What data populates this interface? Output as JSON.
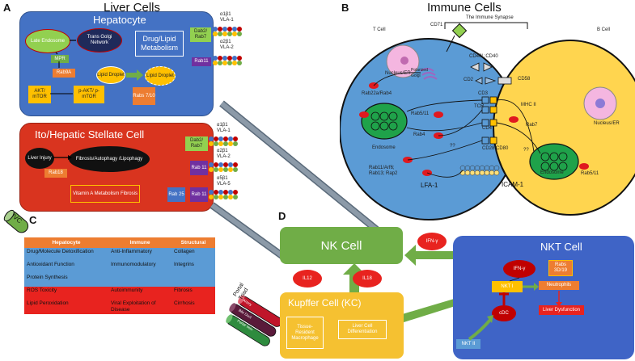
{
  "panels": {
    "a": "A",
    "b": "B",
    "c": "C",
    "d": "D"
  },
  "liver": {
    "title": "Liver Cells",
    "hepatocyte": {
      "title": "Hepatocyte",
      "late_endosome": "Late Endosome",
      "tgn": "Trans Golgi Network",
      "mpr": "MPR",
      "rab9a": "Rab9A",
      "akt": "AKT/ mTOR",
      "pakt": "p-AKT/ p-mTOR",
      "lipid_droplet_1": "Lipid Droplet",
      "lipid_droplet_2": "Lipid Droplet",
      "rabs": "Rabs 7/10",
      "drug_box": "Drug/Lipid Metabolism",
      "dab2": "Dab2/ Rab7",
      "rab11": "Rab11"
    },
    "integrins_hep": [
      "α1β1 VLA-1",
      "α2β1 VLA-2"
    ],
    "ito": {
      "title": "Ito/Hepatic Stellate Cell",
      "liver_injury": "Liver Injury",
      "fibrosis": "Fibrosis/Autophagy /Lipophagy",
      "rab18": "Rab18",
      "vitamin": "Vitamin A Metabolism Fibrosis",
      "dab2": "Dab2/ Rab7",
      "rab11a": "Rab 11",
      "rab25": "Rab 25",
      "rab11b": "Rab 11"
    },
    "integrins_ito": [
      "α1β1 VLA-1",
      "α2β1 VLA-2",
      "α5β1 VLA-5"
    ]
  },
  "immune": {
    "title": "Immune Cells",
    "synapse": "The Immune Synapse",
    "t_cell": "T Cell",
    "b_cell": "B Cell",
    "cd71": "CD71",
    "nucleus_t": "Nucleus/ER",
    "golgi": "Polarized Golgi",
    "rab22": "Rab22a/Rab4",
    "rab511_t": "Rab5/11",
    "endosome_t": "Endosome",
    "rab4": "Rab4",
    "qq1": "??",
    "rab11arf6": "Rab11/Arf6; Rab13; Rap2",
    "lfa1": "LFA-1",
    "icam1": "ICAM-1",
    "cd40": "CD40L:CD40",
    "cd2": "CD2",
    "cd58": "CD58",
    "tcr": "TCR",
    "cd3": "CD3",
    "mhc": "MHC II",
    "cd4": "CD4",
    "cd28": "CD28:CD80",
    "rab7": "Rab7",
    "qq2": "??",
    "endosome_b": "Endosome",
    "rab511_b": "Rab5/11",
    "nucleus_b": "Nucleus/ER"
  },
  "ivc": "IVC",
  "table": {
    "headers": [
      "Hepatocyte",
      "Immune",
      "Structural"
    ],
    "rows": [
      {
        "cells": [
          "Drug/Molecule Detoxification",
          "Anti-Inflammatory",
          "Collagen"
        ],
        "kind": "blue"
      },
      {
        "cells": [
          "Antioxidant  Function",
          "Immunomodulatory",
          "Integrins"
        ],
        "kind": "blue"
      },
      {
        "cells": [
          "Protein Synthesis",
          "",
          ""
        ],
        "kind": "blue"
      },
      {
        "cells": [
          "ROS Toxicity",
          "Autoimmunity",
          "Fibrosis"
        ],
        "kind": "red"
      },
      {
        "cells": [
          "Lipid Peroxidation",
          "Viral Exploitation of Disease",
          "Cirrhosis"
        ],
        "kind": "red"
      }
    ]
  },
  "portal": {
    "triad": "Portal Triad",
    "tubes": [
      "Artery",
      "Bile Duct",
      "Portal Vein"
    ]
  },
  "nk": {
    "title": "NK Cell",
    "ifn": "IFN-γ",
    "il12": "IL12",
    "il18": "IL18"
  },
  "kc": {
    "title": "Kupffer Cell (KC)",
    "tissue": "Tissue- Resident Macrophage",
    "diff": "Liver Cell Differentiation"
  },
  "nkt": {
    "title": "NKT Cell",
    "ifn": "IFN-γ",
    "nkt_i": "NKT I",
    "rabs": "Rabs 3D/19",
    "neutro": "Neutrophils",
    "cdc": "cDC",
    "dysf": "Liver Dysfunction",
    "nkt_ii": "NKT II"
  },
  "colors": {
    "hep_blue": "#4472c4",
    "ito_red": "#d9341f",
    "nk_green": "#70ad47",
    "kc_yellow": "#f5c131",
    "nkt_blue": "#3f64c6",
    "table_orange": "#ed7d31",
    "table_blue": "#5b9bd5",
    "table_red": "#e8231f"
  }
}
